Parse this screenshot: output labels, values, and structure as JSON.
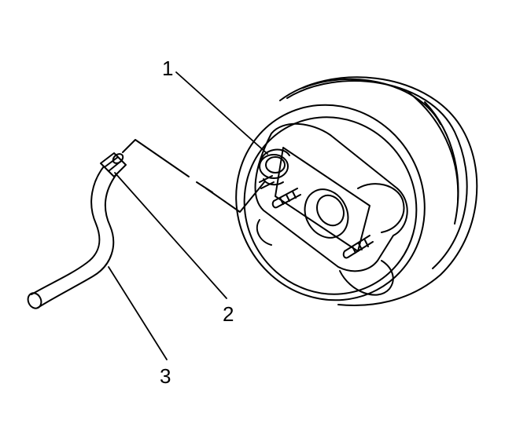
{
  "callouts": [
    {
      "id": "1",
      "text": "1"
    },
    {
      "id": "2",
      "text": "2"
    },
    {
      "id": "3",
      "text": "3"
    }
  ],
  "colors": {
    "line": "#000000",
    "fill": "#ffffff"
  }
}
